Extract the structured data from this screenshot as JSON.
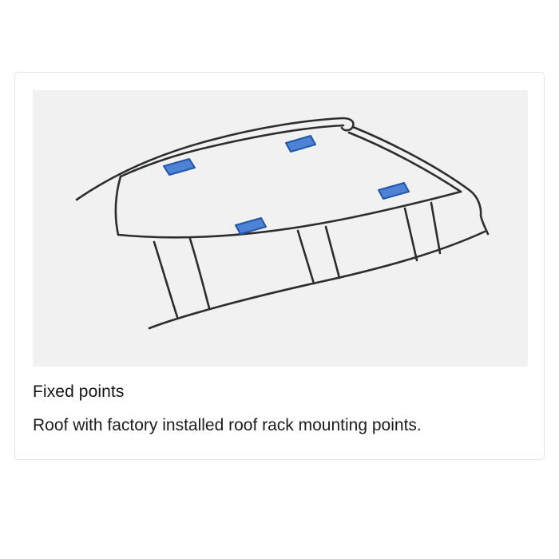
{
  "card": {
    "title": "Fixed points",
    "description": "Roof with factory installed roof rack mounting points."
  },
  "illustration": {
    "name": "car-roof-with-factory-mounting-points",
    "mount_points_count": 4
  },
  "colors": {
    "line": "#2d2d2d",
    "mount_fill": "#4d82d6",
    "mount_stroke": "#2257a8",
    "image_bg": "#f1f1f2",
    "card_border": "#e3e3e3",
    "text": "#141414"
  }
}
